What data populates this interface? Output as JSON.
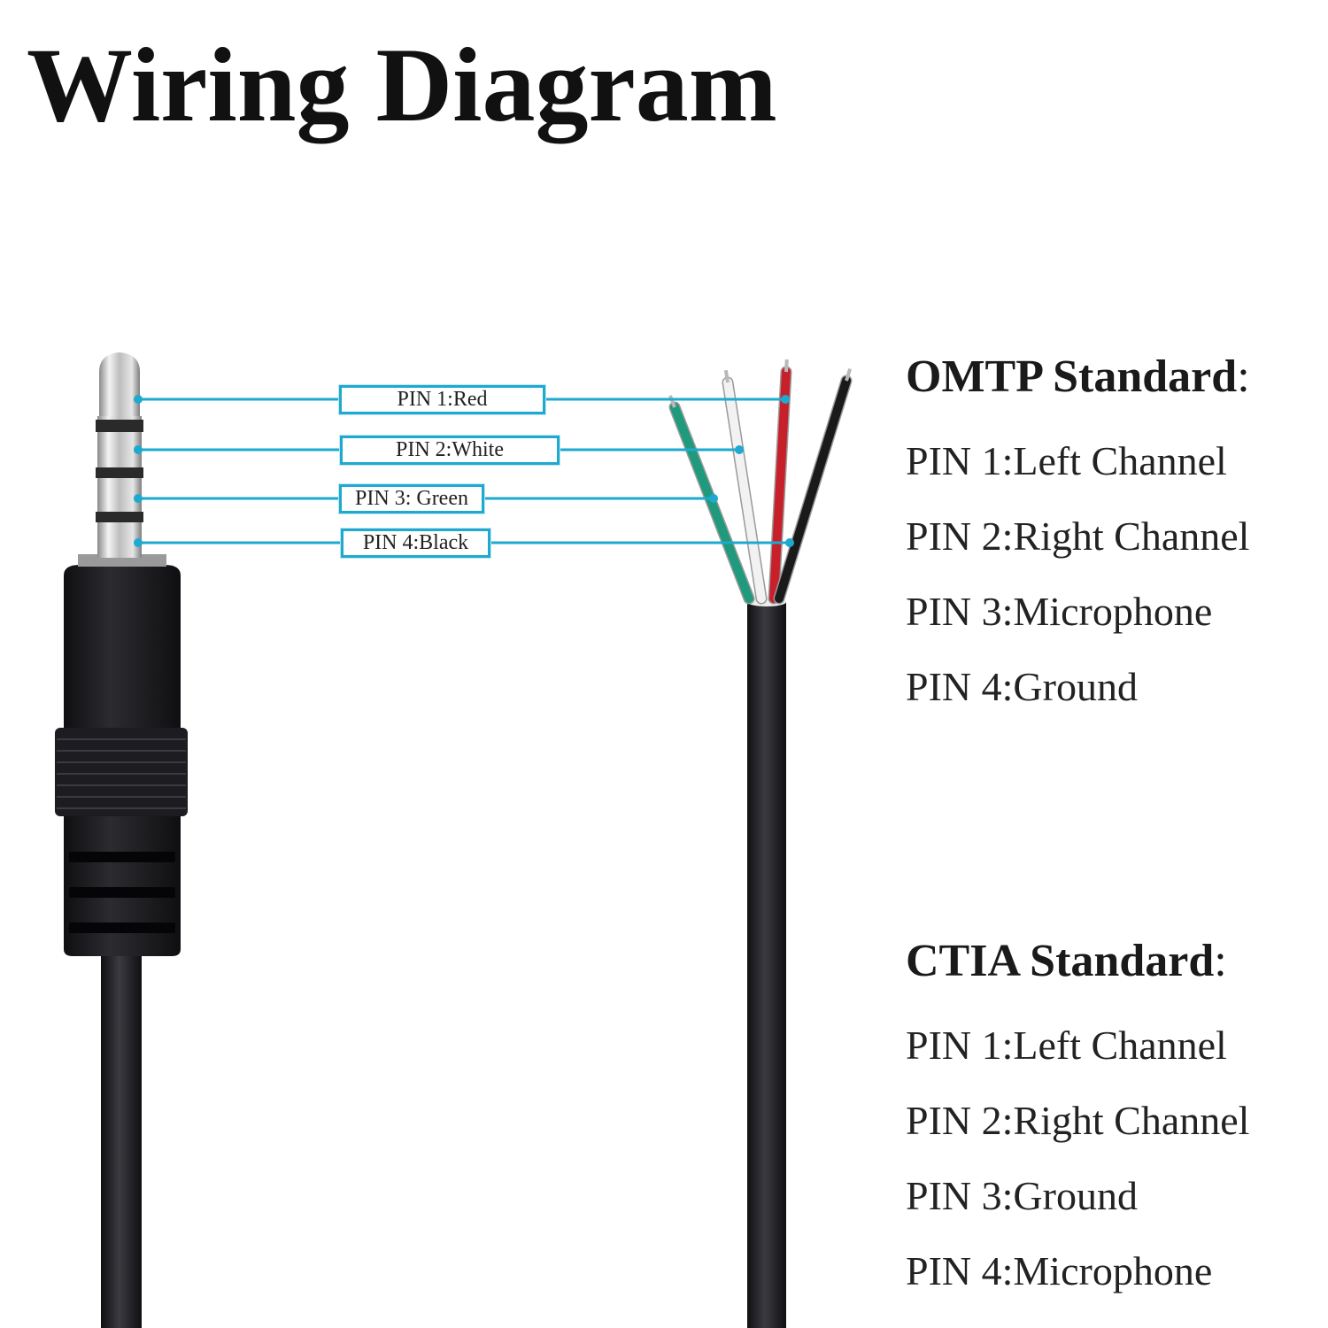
{
  "title": "Wiring Diagram",
  "pins": [
    {
      "label": "PIN 1:Red",
      "wire_color": "#c8202b"
    },
    {
      "label": "PIN 2:White",
      "wire_color": "#f2f2f2"
    },
    {
      "label": "PIN 3: Green",
      "wire_color": "#1f9a7c"
    },
    {
      "label": "PIN 4:Black",
      "wire_color": "#1a1a1a"
    }
  ],
  "standards": [
    {
      "name": "OMTP Standard",
      "separator": ":",
      "items": [
        "PIN 1:Left Channel",
        "PIN 2:Right Channel",
        "PIN 3:Microphone",
        "PIN 4:Ground"
      ]
    },
    {
      "name": "CTIA Standard",
      "separator": ":",
      "items": [
        "PIN 1:Left Channel",
        "PIN 2:Right Channel",
        "PIN 3:Ground",
        "PIN 4:Microphone"
      ]
    }
  ],
  "colors": {
    "leader_line": "#1ea9cf",
    "cable": "#1b1b1f",
    "plug_metal": "#c9c9c9",
    "plug_ring": "#222222"
  }
}
